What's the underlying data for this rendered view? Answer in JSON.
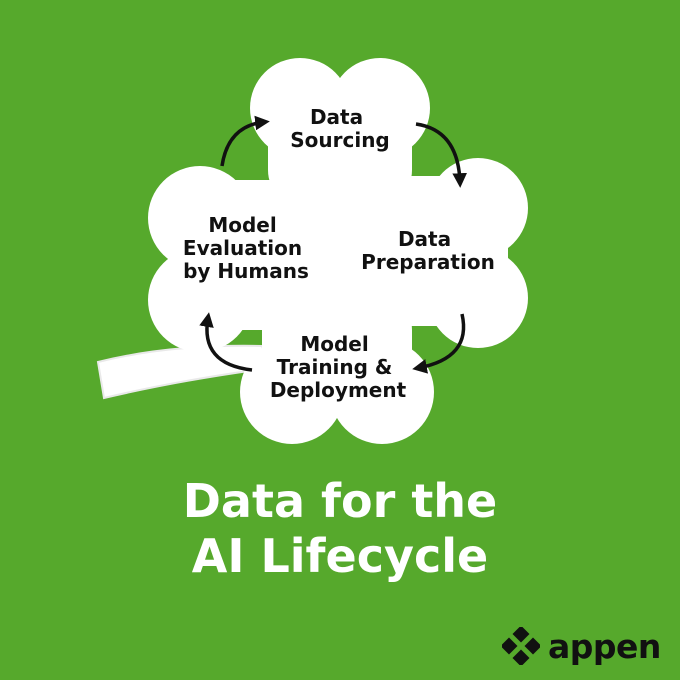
{
  "diagram": {
    "stages": [
      {
        "id": "sourcing",
        "lines": [
          "Data",
          "Sourcing"
        ]
      },
      {
        "id": "preparation",
        "lines": [
          "Data",
          "Preparation"
        ]
      },
      {
        "id": "training",
        "lines": [
          "Model",
          "Training &",
          "Deployment"
        ]
      },
      {
        "id": "evaluation",
        "lines": [
          "Model",
          "Evaluation",
          "by Humans"
        ]
      }
    ]
  },
  "headline": {
    "line1": "Data for the",
    "line2": "AI Lifecycle"
  },
  "brand": {
    "name": "appen",
    "icon": "diamond-cluster-icon"
  },
  "colors": {
    "background": "#56a92c",
    "leaf": "#ffffff",
    "text": "#111111",
    "headline": "#ffffff"
  }
}
